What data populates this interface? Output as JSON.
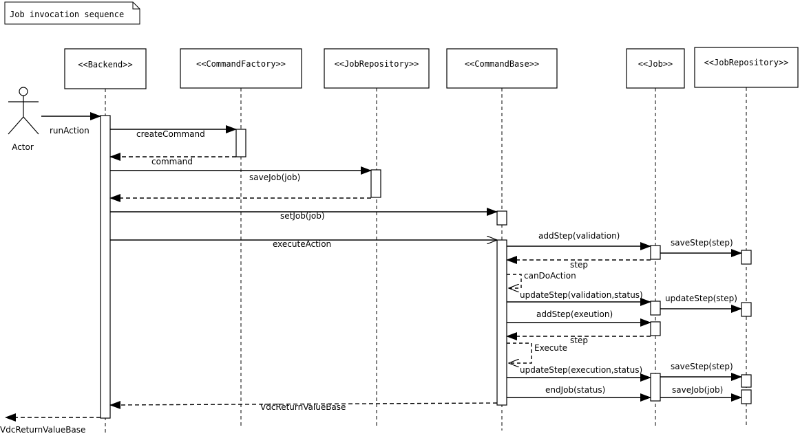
{
  "note": "Job invocation sequence",
  "actor": "Actor",
  "participants": [
    "<<Backend>>",
    "<<CommandFactory>>",
    "<<JobRepository>>",
    "<<CommandBase>>",
    "<<Job>>",
    "<<JobRepository>>"
  ],
  "messages": [
    {
      "label": "runAction"
    },
    {
      "label": "createCommand"
    },
    {
      "label": "command"
    },
    {
      "label": "saveJob(job)"
    },
    {
      "label": ""
    },
    {
      "label": "setJob(job)"
    },
    {
      "label": "executeAction"
    },
    {
      "label": "addStep(validation)"
    },
    {
      "label": "saveStep(step)"
    },
    {
      "label": "step"
    },
    {
      "label": "canDoAction"
    },
    {
      "label": "updateStep(validation,status)"
    },
    {
      "label": "updateStep(step)"
    },
    {
      "label": "addStep(exeution)"
    },
    {
      "label": "step"
    },
    {
      "label": "Execute"
    },
    {
      "label": "updateStep(execution,status)"
    },
    {
      "label": "saveStep(step)"
    },
    {
      "label": "endJob(status)"
    },
    {
      "label": "saveJob(job)"
    },
    {
      "label": "VdcReturnValueBase"
    },
    {
      "label": "VdcReturnValueBase"
    }
  ]
}
